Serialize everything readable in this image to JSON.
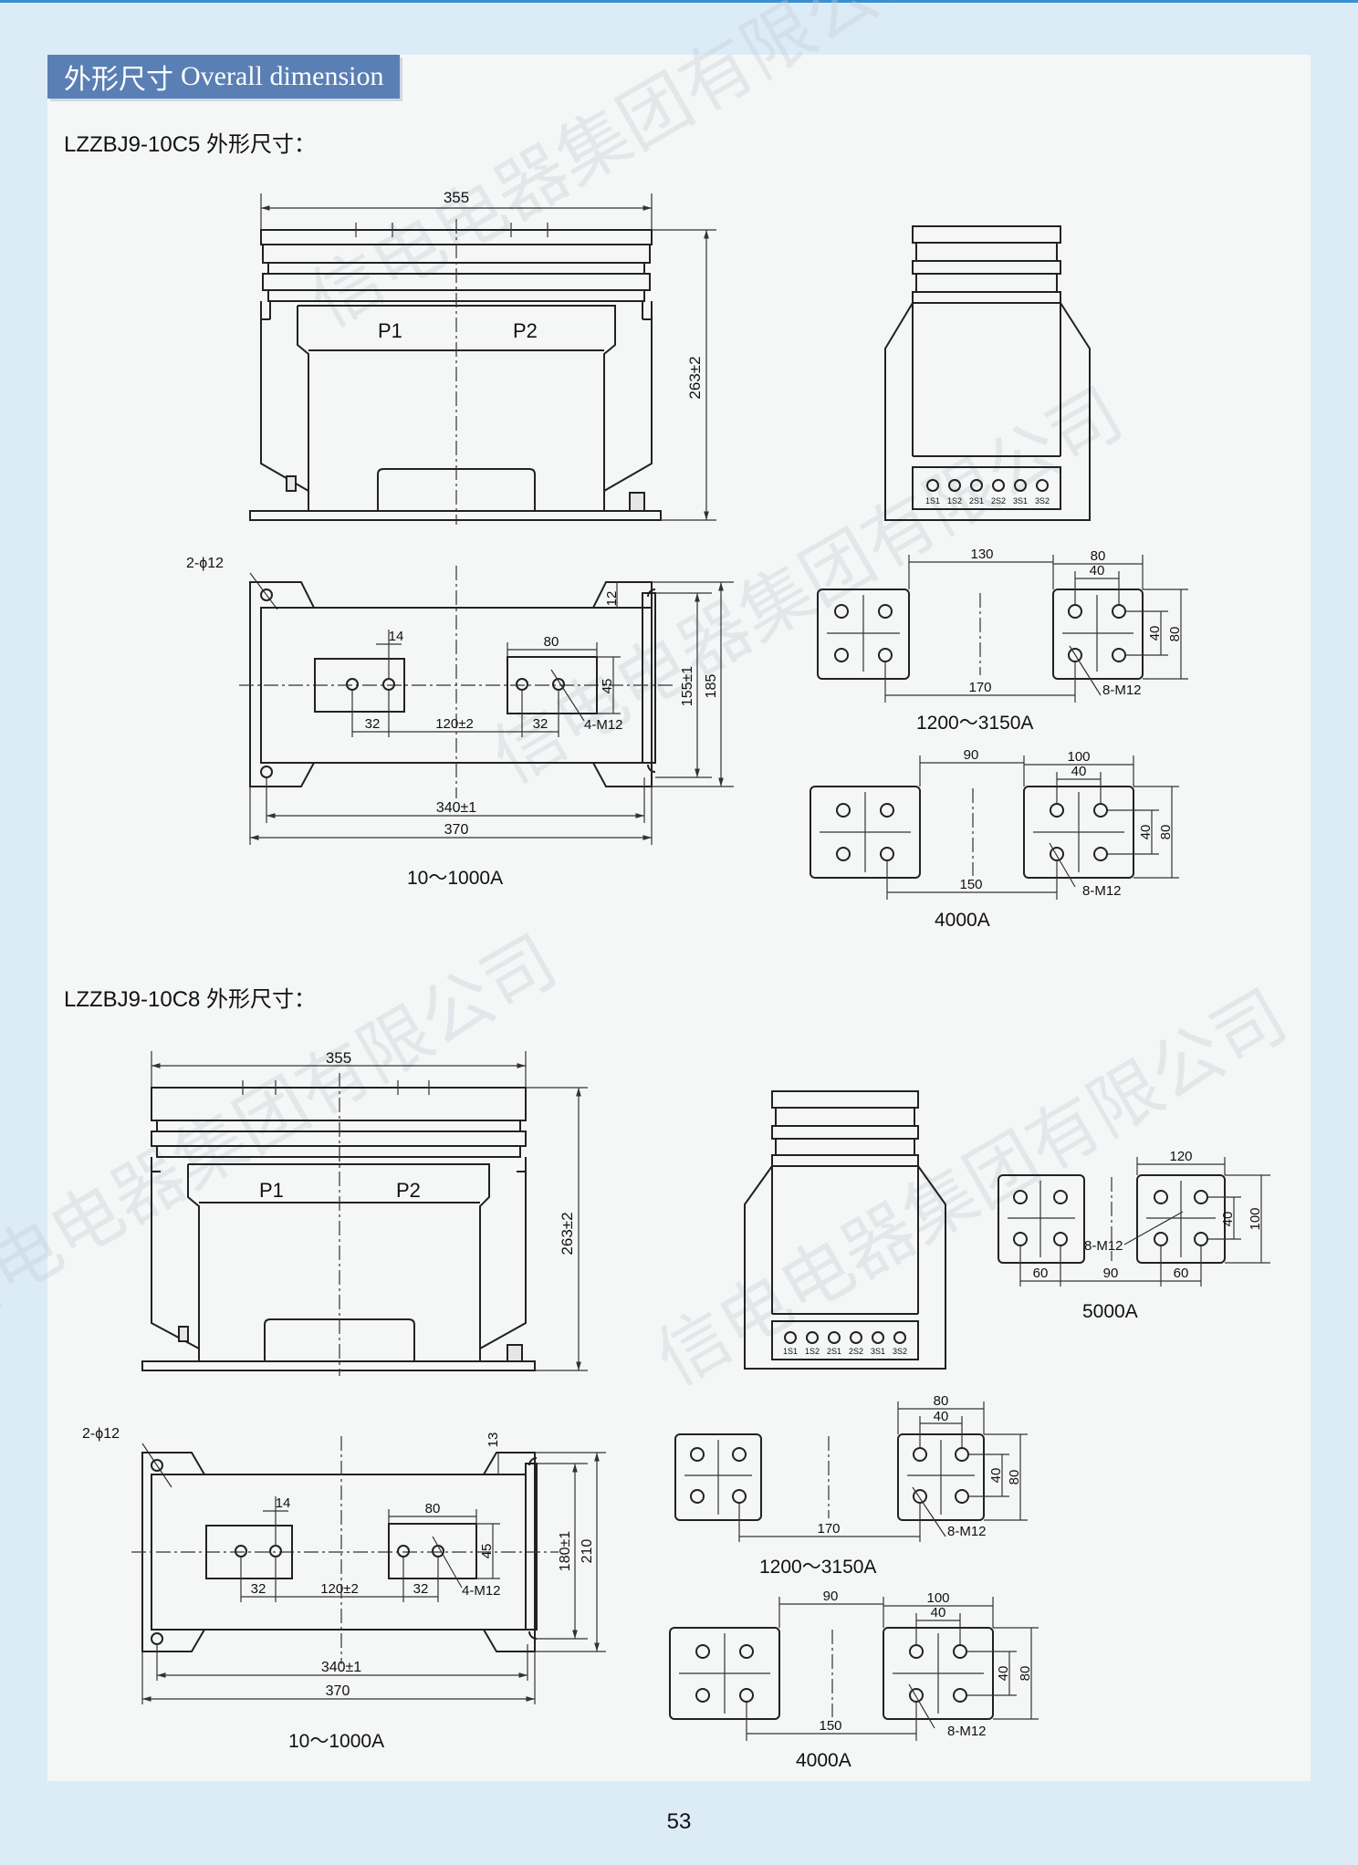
{
  "header": {
    "title_cn": "外形尺寸",
    "title_en": "Overall dimension"
  },
  "watermark": {
    "text": "信电电器集团有限公司"
  },
  "section1": {
    "title": "LZZBJ9-10C5 外形尺寸：",
    "front": {
      "width": "355",
      "height": "263±2",
      "p1": "P1",
      "p2": "P2"
    },
    "side": {
      "terminals": [
        "1S1",
        "1S2",
        "2S1",
        "2S2",
        "3S1",
        "3S2"
      ]
    },
    "plan": {
      "holes": "2-ϕ12",
      "d12": "12",
      "d14": "14",
      "d80": "80",
      "d45": "45",
      "d32a": "32",
      "d120": "120±2",
      "d32b": "32",
      "m12": "4-M12",
      "d155": "155±1",
      "d185": "185",
      "d340": "340±1",
      "d370": "370",
      "caption": "10～1000A"
    },
    "busA": {
      "d130": "130",
      "d80": "80",
      "d40": "40",
      "v40": "40",
      "v80": "80",
      "d170": "170",
      "m12": "8-M12",
      "caption": "1200～3150A"
    },
    "busB": {
      "d90": "90",
      "d100": "100",
      "d40": "40",
      "v40": "40",
      "v80": "80",
      "d150": "150",
      "m12": "8-M12",
      "caption": "4000A"
    }
  },
  "section2": {
    "title": "LZZBJ9-10C8 外形尺寸：",
    "front": {
      "width": "355",
      "height": "263±2",
      "p1": "P1",
      "p2": "P2"
    },
    "side": {
      "terminals": [
        "1S1",
        "1S2",
        "2S1",
        "2S2",
        "3S1",
        "3S2"
      ]
    },
    "bus5000": {
      "d120": "120",
      "v40": "40",
      "v100": "100",
      "m12": "8-M12",
      "d60a": "60",
      "d90": "90",
      "d60b": "60",
      "caption": "5000A"
    },
    "plan": {
      "holes": "2-ϕ12",
      "d13": "13",
      "d14": "14",
      "d80": "80",
      "d45": "45",
      "d32a": "32",
      "d120": "120±2",
      "d32b": "32",
      "m12": "4-M12",
      "d180": "180±1",
      "d210": "210",
      "d340": "340±1",
      "d370": "370",
      "caption": "10～1000A"
    },
    "busA": {
      "d80": "80",
      "d40": "40",
      "v40": "40",
      "v80": "80",
      "d170": "170",
      "m12": "8-M12",
      "caption": "1200～3150A"
    },
    "busB": {
      "d90": "90",
      "d100": "100",
      "d40": "40",
      "v40": "40",
      "v80": "80",
      "d150": "150",
      "m12": "8-M12",
      "caption": "4000A"
    }
  },
  "footer": {
    "page": "53"
  }
}
